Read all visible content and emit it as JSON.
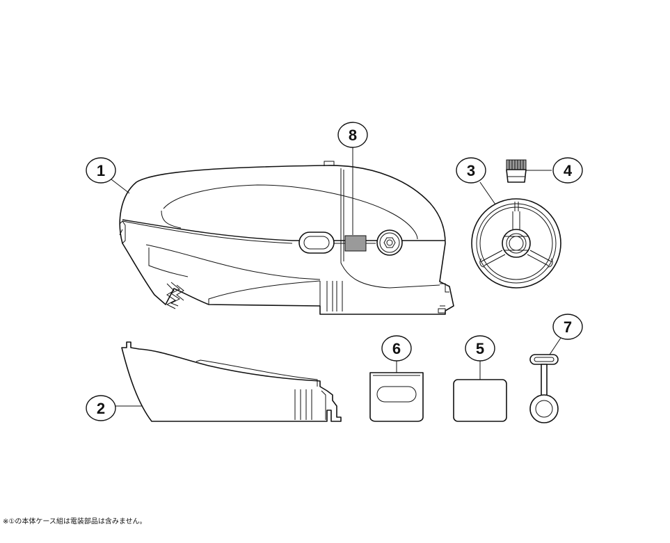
{
  "callouts": [
    {
      "id": "1",
      "label": "1"
    },
    {
      "id": "2",
      "label": "2"
    },
    {
      "id": "3",
      "label": "3"
    },
    {
      "id": "4",
      "label": "4"
    },
    {
      "id": "5",
      "label": "5"
    },
    {
      "id": "6",
      "label": "6"
    },
    {
      "id": "7",
      "label": "7"
    },
    {
      "id": "8",
      "label": "8"
    }
  ],
  "footnote": "※①の本体ケース組は電装部品は含みません。",
  "colors": {
    "line": "#111111",
    "fill": "#ffffff",
    "shade": "#9a9a9a"
  }
}
